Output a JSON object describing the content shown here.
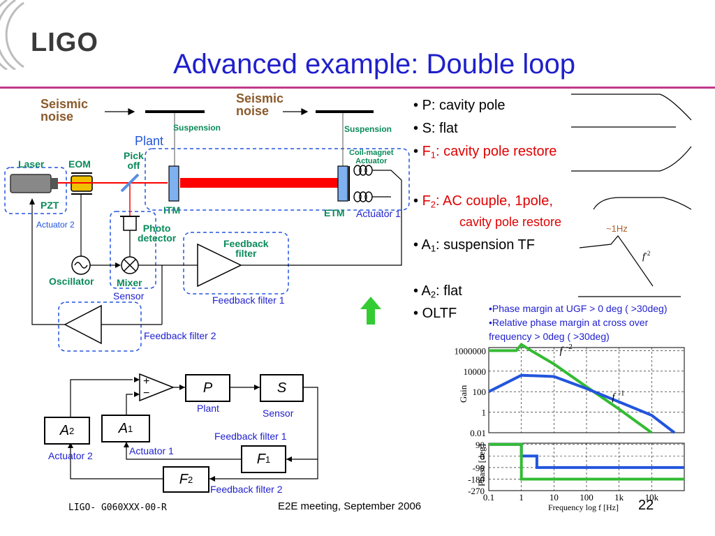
{
  "header": {
    "logo": "LIGO",
    "title": "Advanced example: Double loop"
  },
  "top_diagram": {
    "seismic_noise_1": [
      "Seismic",
      "noise"
    ],
    "seismic_noise_2": [
      "Seismic",
      "noise"
    ],
    "suspension_1": "Suspension",
    "suspension_2": "Suspension",
    "plant": "Plant",
    "laser": "Laser",
    "eom": "EOM",
    "pick_off": [
      "Pick",
      "off"
    ],
    "coil_magnet": [
      "Coil-magnet",
      "Actuator"
    ],
    "pzt": "PZT",
    "actuator2": "Actuator 2",
    "itm": "ITM",
    "etm": "ETM",
    "actuator1": "Actuator 1",
    "photo_detector": [
      "Photo",
      "detector"
    ],
    "feedback_filter": [
      "Feedback",
      "filter"
    ],
    "oscillator": "Oscillator",
    "mixer": "Mixer",
    "sensor": "Sensor",
    "feedback_filter_1": "Feedback filter 1",
    "feedback_filter_2": "Feedback filter 2"
  },
  "block_diagram": {
    "plus": "+",
    "minus": "−",
    "p": "P",
    "s": "S",
    "plant": "Plant",
    "sensor": "Sensor",
    "a1": "A",
    "a1_sub": "1",
    "a2": "A",
    "a2_sub": "2",
    "f1": "F",
    "f1_sub": "1",
    "f2": "F",
    "f2_sub": "2",
    "actuator1": "Actuator 1",
    "actuator2": "Actuator 2",
    "feedback_filter_1": "Feedback filter 1",
    "feedback_filter_2": "Feedback filter 2"
  },
  "bullets": [
    {
      "sym": "P",
      "sub": "",
      "text": ": cavity pole",
      "color": "#000000"
    },
    {
      "sym": "S",
      "sub": "",
      "text": ": flat",
      "color": "#000000"
    },
    {
      "sym": "F",
      "sub": "1",
      "text": ": cavity pole restore",
      "color": "#e00000"
    },
    {
      "sym": "F",
      "sub": "2",
      "text": ": AC couple, 1pole,",
      "color": "#e00000"
    },
    {
      "sym": "A",
      "sub": "1",
      "text": ": suspension TF",
      "color": "#000000"
    },
    {
      "sym": "A",
      "sub": "2",
      "text": ": flat",
      "color": "#000000"
    },
    {
      "sym": "OLTF",
      "sub": "",
      "text": "",
      "color": "#000000"
    }
  ],
  "f2_continuation": "cavity pole restore",
  "one_hz": "~1Hz",
  "f_minus2_small": "f",
  "f_minus2_small_exp": "-2",
  "notes": [
    "•Phase margin at UGF > 0 deg ( >30deg)",
    "•Relative phase margin at cross over",
    "frequency > 0deg ( >30deg)"
  ],
  "chart_data": {
    "type": "line",
    "title": "",
    "xlabel": "Frequency log f [Hz]",
    "x_tick_labels": [
      "0.1",
      "1",
      "10",
      "100",
      "1k",
      "10k"
    ],
    "x_scale": "log",
    "gain_panel": {
      "ylabel": "Gain",
      "y_scale": "log",
      "y_tick_labels": [
        "1000000",
        "10000",
        "100",
        "1",
        "0.01"
      ],
      "annotations": [
        {
          "text": "f",
          "exponent": "-2"
        },
        {
          "text": "f",
          "exponent": "-1"
        }
      ],
      "series": [
        {
          "color": "#33bb33",
          "points": [
            [
              0.1,
              1000000
            ],
            [
              0.7,
              1000000
            ],
            [
              1,
              4000000
            ],
            [
              2,
              1000000
            ],
            [
              10,
              50000
            ],
            [
              100,
              300
            ],
            [
              1000,
              2
            ],
            [
              10000,
              0.01
            ]
          ]
        },
        {
          "color": "#2255dd",
          "points": [
            [
              0.1,
              100
            ],
            [
              1,
              4000
            ],
            [
              10,
              3000
            ],
            [
              100,
              200
            ],
            [
              1000,
              10
            ],
            [
              10000,
              0.5
            ],
            [
              50000,
              0.01
            ]
          ]
        }
      ]
    },
    "phase_panel": {
      "ylabel": "Phase [deg]",
      "y_tick_labels": [
        "90",
        "0",
        "-90",
        "-180",
        "-270"
      ],
      "series": [
        {
          "color": "#2255dd",
          "points": [
            [
              0.1,
              90
            ],
            [
              1,
              90
            ],
            [
              1,
              0
            ],
            [
              3,
              0
            ],
            [
              3,
              -90
            ],
            [
              100000,
              -90
            ]
          ]
        },
        {
          "color": "#33bb33",
          "points": [
            [
              0.1,
              90
            ],
            [
              1,
              90
            ],
            [
              1,
              -180
            ],
            [
              100000,
              -180
            ]
          ]
        }
      ]
    }
  },
  "footer": {
    "left": "LIGO- G060XXX-00-R",
    "middle": "E2E meeting, September 2006",
    "page": "22"
  }
}
